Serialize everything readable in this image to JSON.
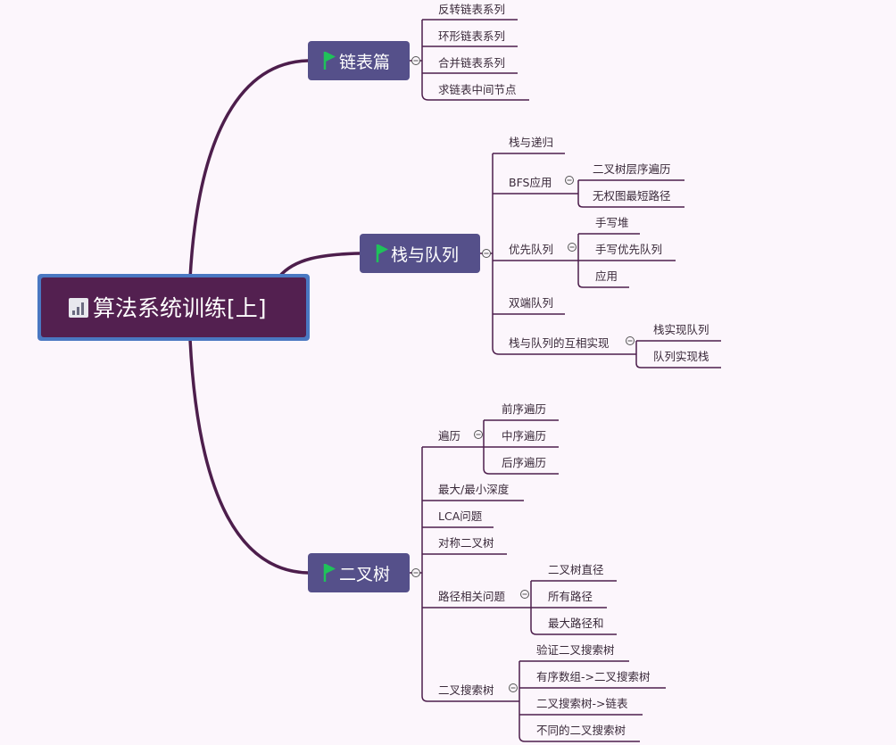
{
  "root": {
    "label": "算法系统训练[上]",
    "icon": "bar-chart-icon"
  },
  "colors": {
    "root_fill": "#532050",
    "root_border": "#4a78c2",
    "branch_fill": "#55508a",
    "flag": "#1fc25a",
    "line": "#4d1e4c"
  },
  "branches": {
    "linked": {
      "label": "链表篇",
      "icon": "flag-icon",
      "items": [
        "反转链表系列",
        "环形链表系列",
        "合并链表系列",
        "求链表中间节点"
      ]
    },
    "stack": {
      "label": "栈与队列",
      "icon": "flag-icon",
      "items": {
        "recursion": "栈与递归",
        "bfs": {
          "label": "BFS应用",
          "children": [
            "二叉树层序遍历",
            "无权图最短路径"
          ]
        },
        "pq": {
          "label": "优先队列",
          "children": [
            "手写堆",
            "手写优先队列",
            "应用"
          ]
        },
        "deque": "双端队列",
        "mutual": {
          "label": "栈与队列的互相实现",
          "children": [
            "栈实现队列",
            "队列实现栈"
          ]
        }
      }
    },
    "tree": {
      "label": "二叉树",
      "icon": "flag-icon",
      "items": {
        "traversal": {
          "label": "遍历",
          "children": [
            "前序遍历",
            "中序遍历",
            "后序遍历"
          ]
        },
        "depth": "最大/最小深度",
        "lca": "LCA问题",
        "symmetric": "对称二叉树",
        "path": {
          "label": "路径相关问题",
          "children": [
            "二叉树直径",
            "所有路径",
            "最大路径和"
          ]
        },
        "bst": {
          "label": "二叉搜索树",
          "children": [
            "验证二叉搜索树",
            "有序数组->二叉搜索树",
            "二叉搜索树->链表",
            "不同的二叉搜索树"
          ]
        }
      }
    }
  }
}
